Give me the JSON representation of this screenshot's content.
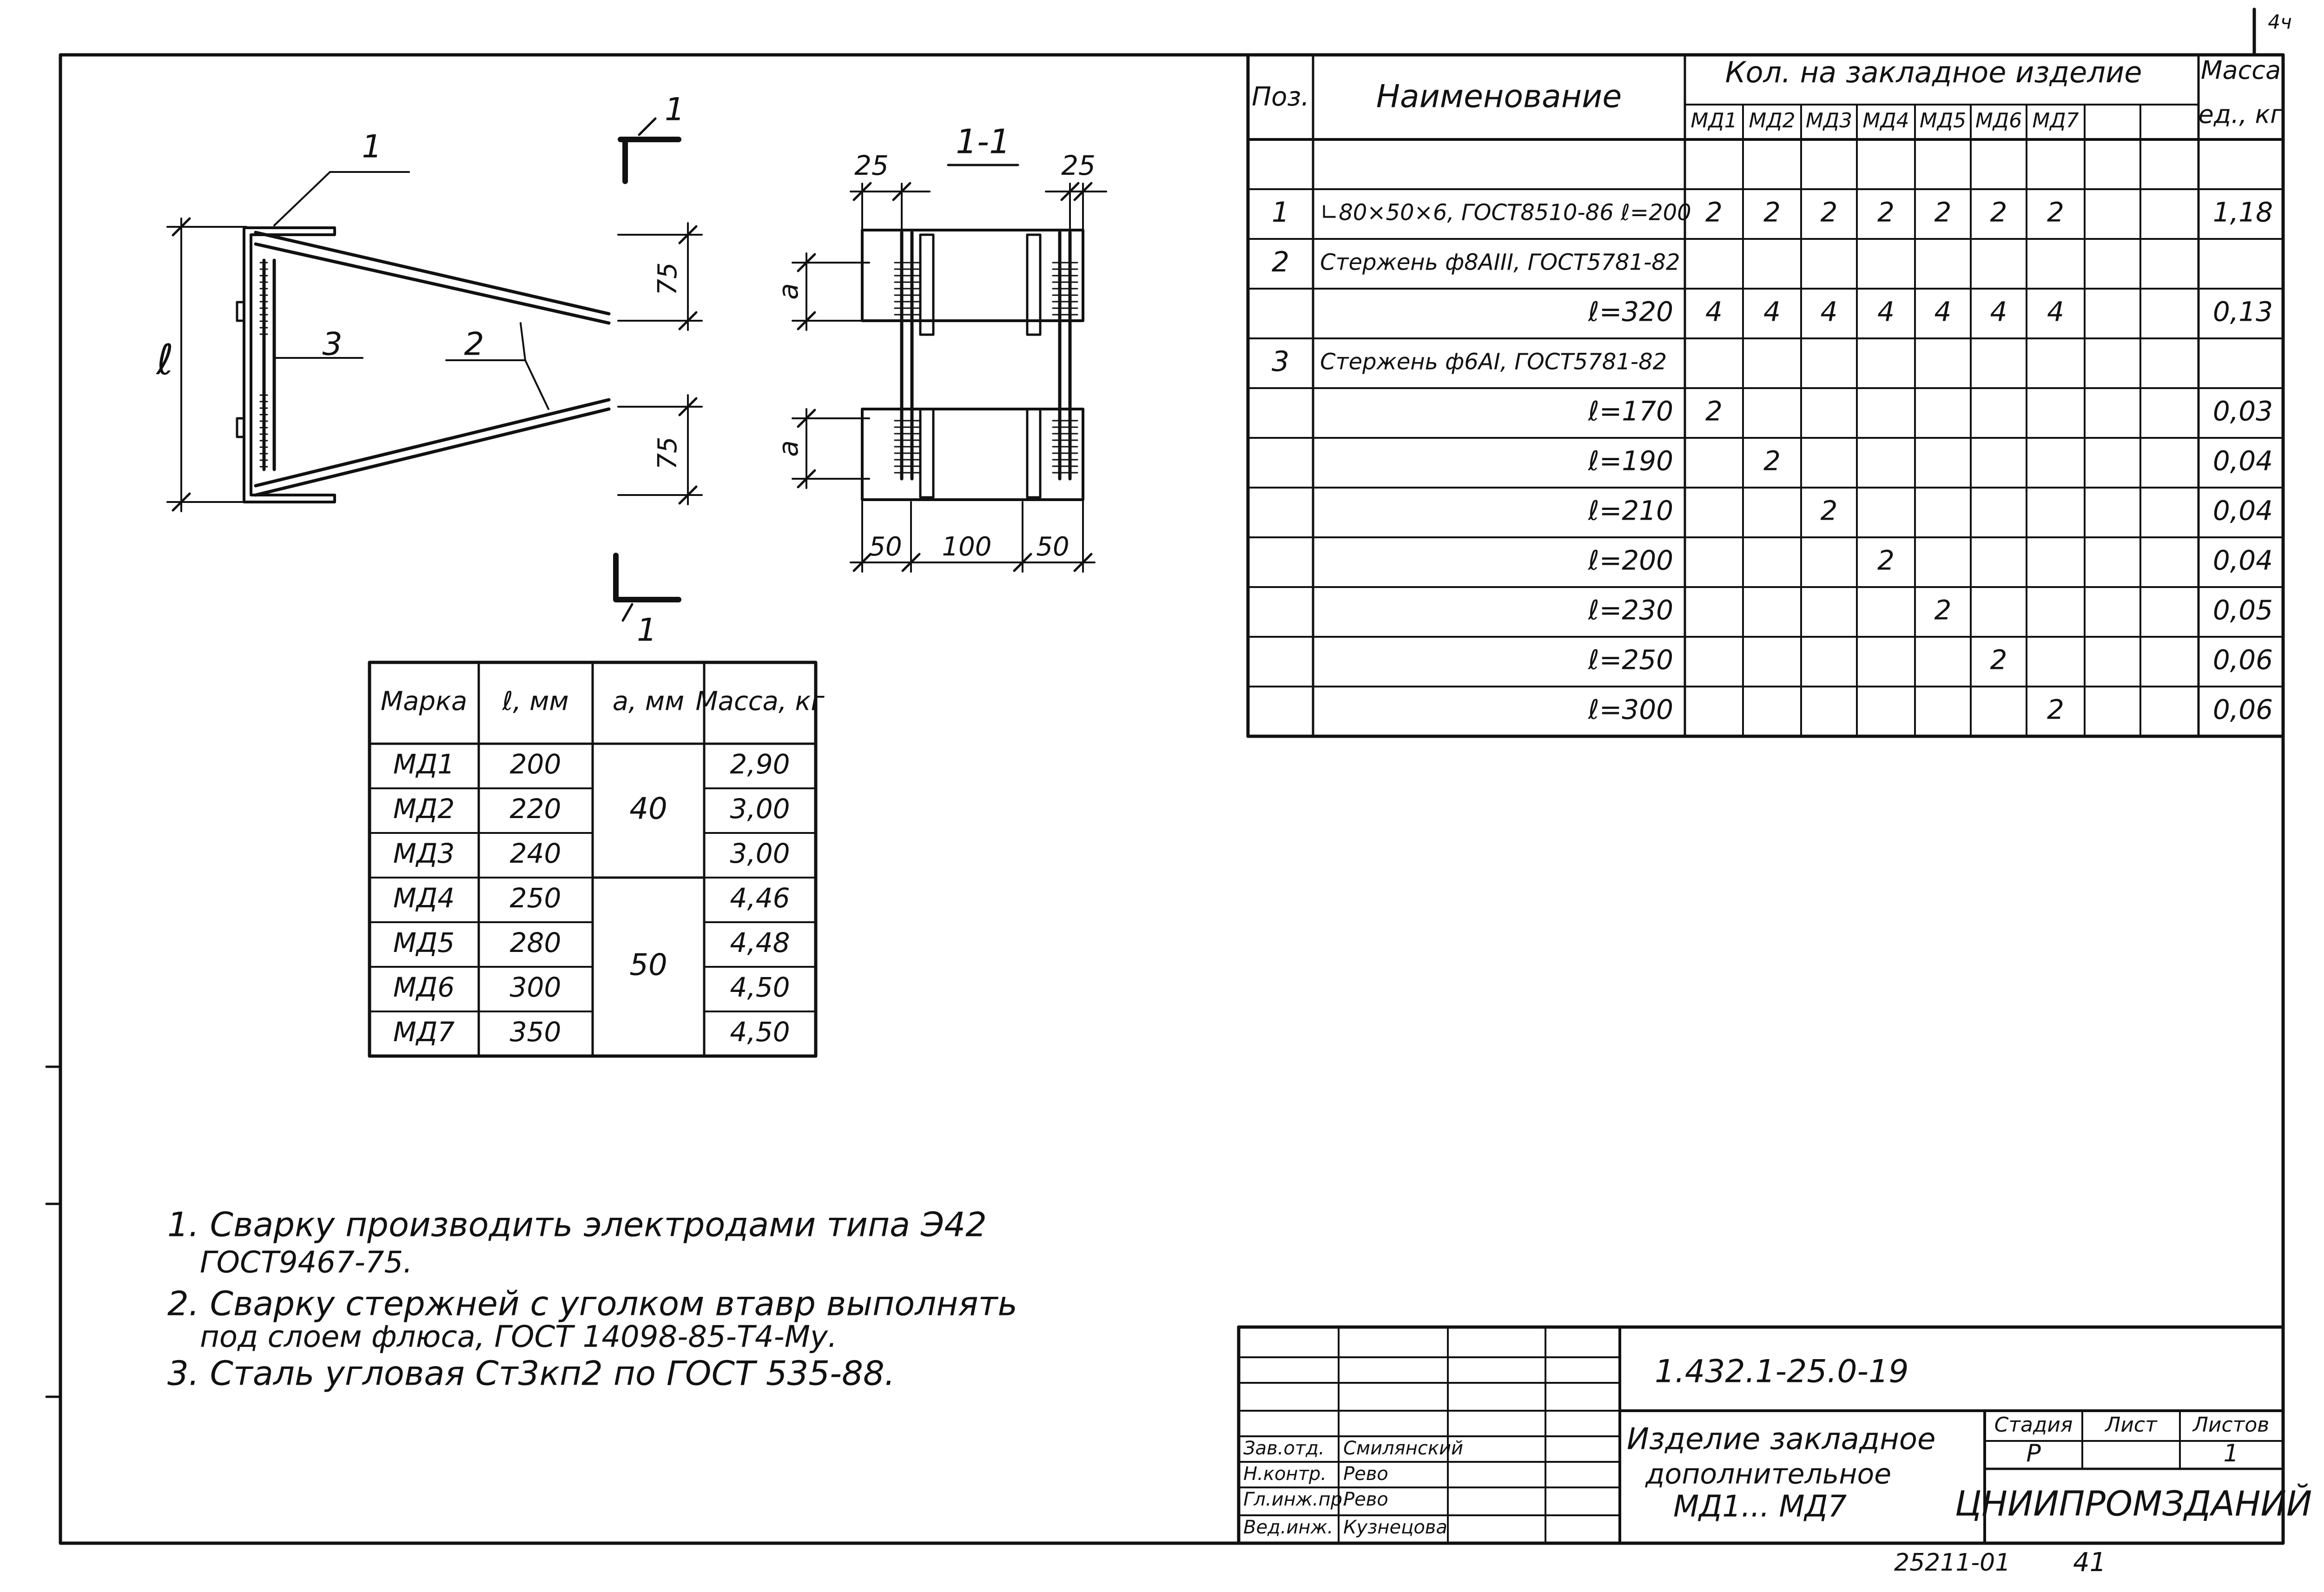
{
  "corner_mark": "4ч",
  "drawing": {
    "section_mark": "1",
    "section_title": "1-1",
    "callouts": [
      "1",
      "2",
      "3"
    ],
    "dim_l": "ℓ",
    "dim_75": "75",
    "dim_a": "a",
    "dim_25": "25",
    "dim_50": "50",
    "dim_100": "100"
  },
  "marks_table": {
    "headers": [
      "Марка",
      "ℓ, мм",
      "a, мм",
      "Масса, кг"
    ],
    "rows": [
      {
        "mark": "МД1",
        "l": "200",
        "a": "40",
        "mass": "2,90"
      },
      {
        "mark": "МД2",
        "l": "220",
        "a": "",
        "mass": "3,00"
      },
      {
        "mark": "МД3",
        "l": "240",
        "a": "",
        "mass": "3,00"
      },
      {
        "mark": "МД4",
        "l": "250",
        "a": "50",
        "mass": "4,46"
      },
      {
        "mark": "МД5",
        "l": "280",
        "a": "",
        "mass": "4,48"
      },
      {
        "mark": "МД6",
        "l": "300",
        "a": "",
        "mass": "4,50"
      },
      {
        "mark": "МД7",
        "l": "350",
        "a": "",
        "mass": "4,50"
      }
    ]
  },
  "spec_table": {
    "header_pos": "Поз.",
    "header_name": "Наименование",
    "header_qty": "Кол. на закладное изделие",
    "header_mass_1": "Масса",
    "header_mass_2": "ед., кг",
    "cols": [
      "МД1",
      "МД2",
      "МД3",
      "МД4",
      "МД5",
      "МД6",
      "МД7"
    ],
    "rows": [
      {
        "pos": "",
        "name": "",
        "qty": [
          "",
          "",
          "",
          "",
          "",
          "",
          ""
        ],
        "mass": ""
      },
      {
        "pos": "1",
        "name": "∟80×50×6, ГОСТ8510-86 ℓ=200",
        "qty": [
          "2",
          "2",
          "2",
          "2",
          "2",
          "2",
          "2"
        ],
        "mass": "1,18"
      },
      {
        "pos": "2",
        "name": "Стержень ф8АIII, ГОСТ5781-82",
        "qty": [
          "",
          "",
          "",
          "",
          "",
          "",
          ""
        ],
        "mass": ""
      },
      {
        "pos": "",
        "name": "ℓ=320",
        "qty": [
          "4",
          "4",
          "4",
          "4",
          "4",
          "4",
          "4"
        ],
        "mass": "0,13"
      },
      {
        "pos": "3",
        "name": "Стержень ф6АI, ГОСТ5781-82",
        "qty": [
          "",
          "",
          "",
          "",
          "",
          "",
          ""
        ],
        "mass": ""
      },
      {
        "pos": "",
        "name": "ℓ=170",
        "qty": [
          "2",
          "",
          "",
          "",
          "",
          "",
          ""
        ],
        "mass": "0,03"
      },
      {
        "pos": "",
        "name": "ℓ=190",
        "qty": [
          "",
          "2",
          "",
          "",
          "",
          "",
          ""
        ],
        "mass": "0,04"
      },
      {
        "pos": "",
        "name": "ℓ=210",
        "qty": [
          "",
          "",
          "2",
          "",
          "",
          "",
          ""
        ],
        "mass": "0,04"
      },
      {
        "pos": "",
        "name": "ℓ=200",
        "qty": [
          "",
          "",
          "",
          "2",
          "",
          "",
          ""
        ],
        "mass": "0,04"
      },
      {
        "pos": "",
        "name": "ℓ=230",
        "qty": [
          "",
          "",
          "",
          "",
          "2",
          "",
          ""
        ],
        "mass": "0,05"
      },
      {
        "pos": "",
        "name": "ℓ=250",
        "qty": [
          "",
          "",
          "",
          "",
          "",
          "2",
          ""
        ],
        "mass": "0,06"
      },
      {
        "pos": "",
        "name": "ℓ=300",
        "qty": [
          "",
          "",
          "",
          "",
          "",
          "",
          "2"
        ],
        "mass": "0,06"
      }
    ]
  },
  "notes": [
    "1. Сварку производить электродами типа Э42",
    "ГОСТ9467-75.",
    "2. Сварку стержней с уголком втавр выполнять",
    "под слоем флюса, ГОСТ 14098-85-Т4-Му.",
    "3. Сталь угловая Ст3кп2 по ГОСТ 535-88."
  ],
  "title_block": {
    "code": "1.432.1-25.0-19",
    "title_lines": [
      "Изделие закладное",
      "дополнительное",
      "МД1... МД7"
    ],
    "stage_label": "Стадия",
    "sheet_label": "Лист",
    "sheets_label": "Листов",
    "stage": "Р",
    "sheets": "1",
    "org": "ЦНИИПРОМЗДАНИЙ",
    "signatures": [
      {
        "role": "Зав.отд.",
        "name": "Смилянский"
      },
      {
        "role": "Н.контр.",
        "name": "Рево"
      },
      {
        "role": "Гл.инж.пр.",
        "name": "Рево"
      },
      {
        "role": "Вед.инж.",
        "name": "Кузнецова"
      }
    ]
  },
  "footer": {
    "code": "25211-01",
    "page": "41"
  }
}
